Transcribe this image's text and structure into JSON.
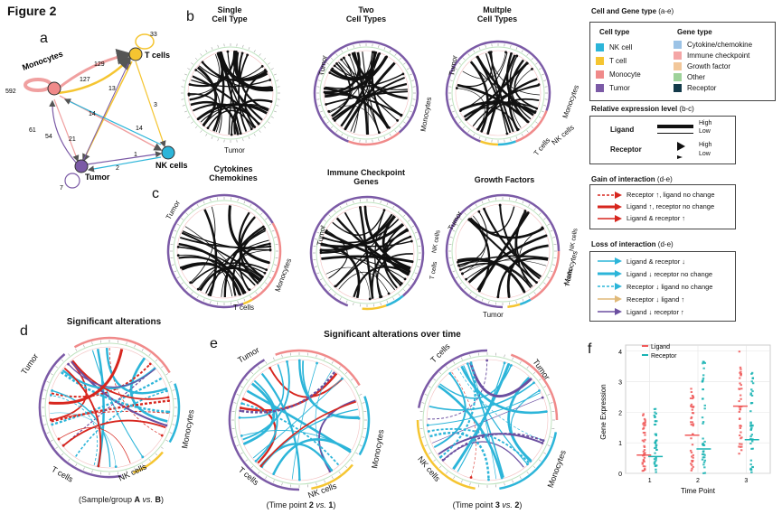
{
  "figure_title": "Figure 2",
  "panel_labels": {
    "a": "a",
    "b": "b",
    "c": "c",
    "d": "d",
    "e": "e",
    "f": "f"
  },
  "panel_a": {
    "nodes": {
      "monocytes": "Monocytes",
      "t_cells": "T cells",
      "nk_cells": "NK cells",
      "tumor": "Tumor"
    },
    "edge_labels": [
      "33",
      "592",
      "129",
      "127",
      "13",
      "3",
      "61",
      "54",
      "14",
      "21",
      "14",
      "1",
      "2",
      "7"
    ]
  },
  "panel_b": {
    "titles": [
      "Single\nCell Type",
      "Two\nCell Types",
      "Multple\nCell Types"
    ],
    "sector_labels": {
      "tumor": "Tumor",
      "monocytes": "Monocytes",
      "nk_cells": "NK cells",
      "t_cells": "T cells"
    }
  },
  "panel_c": {
    "titles": [
      "Cytokines\nChemokines",
      "Immune Checkpoint\nGenes",
      "Growth Factors"
    ],
    "sector_labels": {
      "tumor": "Tumor",
      "monocytes": "Monocytes",
      "nk_cells": "NK cells",
      "t_cells": "T cells"
    }
  },
  "panel_d": {
    "title": "Significant alterations",
    "caption_pre": "(Sample/group ",
    "caption_a": "A",
    "caption_vs": " vs. ",
    "caption_b": "B",
    "caption_post": ")",
    "sector_labels": {
      "tumor": "Tumor",
      "monocytes": "Monocytes",
      "nk_cells": "NK cells",
      "t_cells": "T cells"
    }
  },
  "panel_e": {
    "title": "Significant alterations over time",
    "caption_left_pre": "(Time point ",
    "caption_left_a": "2",
    "caption_left_vs": " vs. ",
    "caption_left_b": "1",
    "caption_left_post": ")",
    "caption_right_pre": "(Time point ",
    "caption_right_a": "3",
    "caption_right_vs": " vs. ",
    "caption_right_b": "2",
    "caption_right_post": ")",
    "sector_labels": {
      "tumor": "Tumor",
      "monocytes": "Monocytes",
      "nk_cells": "NK cells",
      "t_cells": "T cells"
    }
  },
  "legend": {
    "cell_gene_title": "Cell and Gene type",
    "cell_gene_range": "(a-e)",
    "cell_type_head": "Cell type",
    "gene_type_head": "Gene type",
    "cell_types": [
      {
        "label": "NK cell",
        "color": "#2cb5d9"
      },
      {
        "label": "T cell",
        "color": "#f5c531"
      },
      {
        "label": "Monocyte",
        "color": "#f08a8a"
      },
      {
        "label": "Tumor",
        "color": "#7b5aa6"
      }
    ],
    "gene_types": [
      {
        "label": "Cytokine/chemokine",
        "color": "#9cc3e6"
      },
      {
        "label": "Immune checkpoint",
        "color": "#f4a6a6"
      },
      {
        "label": "Growth factor",
        "color": "#f2c79a"
      },
      {
        "label": "Other",
        "color": "#9ed29a"
      },
      {
        "label": "Receptor",
        "color": "#133a4a"
      }
    ],
    "rel_expr_title": "Relative expression level",
    "rel_expr_range": "(b-c)",
    "ligand_label": "Ligand",
    "receptor_label": "Receptor",
    "high": "High",
    "low": "Low",
    "gain_title": "Gain of interaction",
    "gain_range": "(d-e)",
    "gain_items": [
      {
        "label": "Receptor ↑, ligand no change",
        "color": "#d7261e",
        "style": "dashed"
      },
      {
        "label": "Ligand ↑, receptor no change",
        "color": "#d7261e",
        "style": "bold"
      },
      {
        "label": "Ligand & receptor ↑",
        "color": "#d7261e",
        "style": "solid"
      }
    ],
    "loss_title": "Loss of interaction",
    "loss_range": "(d-e)",
    "loss_items": [
      {
        "label": "Ligand & receptor ↓",
        "color": "#2cb5d9",
        "style": "solid"
      },
      {
        "label": "Ligand ↓ receptor no change",
        "color": "#2cb5d9",
        "style": "bold"
      },
      {
        "label": "Receptor ↓ ligand no change",
        "color": "#2cb5d9",
        "style": "dashed"
      },
      {
        "label": "Receptor ↓ ligand ↑",
        "color": "#e0b978",
        "style": "solid"
      },
      {
        "label": "Ligand ↓ receptor ↑",
        "color": "#6b4fa0",
        "style": "solid"
      }
    ]
  },
  "panel_f": {
    "legend": [
      {
        "label": "Ligand",
        "color": "#f05a5a"
      },
      {
        "label": "Receptor",
        "color": "#19b3b3"
      }
    ],
    "ylabel": "Gene Expression",
    "xlabel": "Time Point",
    "yticks": [
      "0",
      "1",
      "2",
      "3",
      "4"
    ],
    "xticks": [
      "1",
      "2",
      "3"
    ]
  },
  "chart_data": {
    "type": "scatter",
    "x": [
      1,
      2,
      3
    ],
    "series": [
      {
        "name": "Ligand",
        "values": [
          0.6,
          1.25,
          2.2
        ]
      },
      {
        "name": "Receptor",
        "values": [
          0.55,
          0.8,
          1.1
        ]
      }
    ],
    "xlabel": "Time Point",
    "ylabel": "Gene Expression",
    "ylim": [
      0,
      4.2
    ]
  }
}
